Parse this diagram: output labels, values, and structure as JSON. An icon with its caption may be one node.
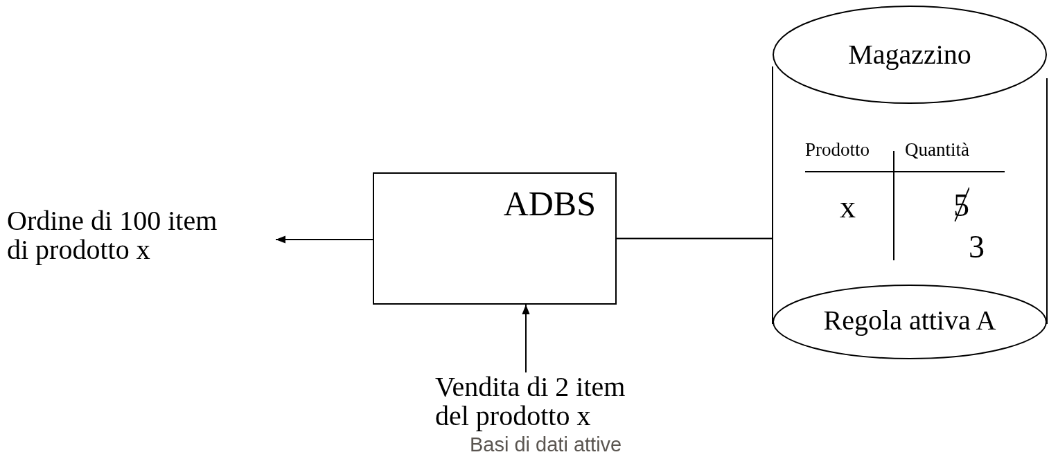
{
  "diagram": {
    "caption": "Basi di dati attive",
    "nodes": [
      {
        "text": [
          "Ordine di 100 item di prodotto x"
        ]
      },
      {
        "text": [
          "ADBS"
        ]
      },
      {
        "text": [
          "Vendita di 2 item del prodotto x"
        ]
      },
      {
        "text": [
          "Magazzino",
          "Regola attiva A"
        ]
      }
    ],
    "edges": [
      {
        "from": 1,
        "to": 0,
        "arrow": "to"
      },
      {
        "from": 2,
        "to": 1,
        "arrow": "to"
      },
      {
        "from": 1,
        "to": 3,
        "arrow": "none"
      }
    ],
    "labels": [
      "Prodotto",
      "Quantità",
      "x",
      "5",
      "3"
    ]
  }
}
